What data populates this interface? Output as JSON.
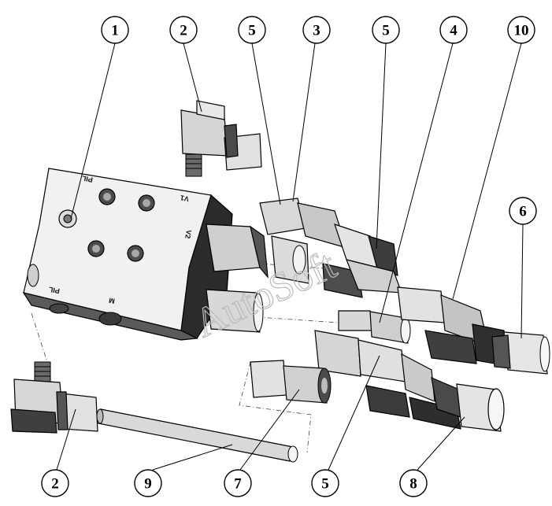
{
  "diagram": {
    "callouts": [
      {
        "id": "c1",
        "label": "1"
      },
      {
        "id": "c2top",
        "label": "2"
      },
      {
        "id": "c5a",
        "label": "5"
      },
      {
        "id": "c3",
        "label": "3"
      },
      {
        "id": "c5b",
        "label": "5"
      },
      {
        "id": "c4",
        "label": "4"
      },
      {
        "id": "c10",
        "label": "10"
      },
      {
        "id": "c6",
        "label": "6"
      },
      {
        "id": "c2bot",
        "label": "2"
      },
      {
        "id": "c9",
        "label": "9"
      },
      {
        "id": "c7",
        "label": "7"
      },
      {
        "id": "c5c",
        "label": "5"
      },
      {
        "id": "c8",
        "label": "8"
      }
    ],
    "port_labels": {
      "pil_top": "PIL",
      "v1": "V1",
      "v2": "V2",
      "pil_bottom": "PIL",
      "m": "M"
    },
    "watermark": "AutoSoft"
  }
}
